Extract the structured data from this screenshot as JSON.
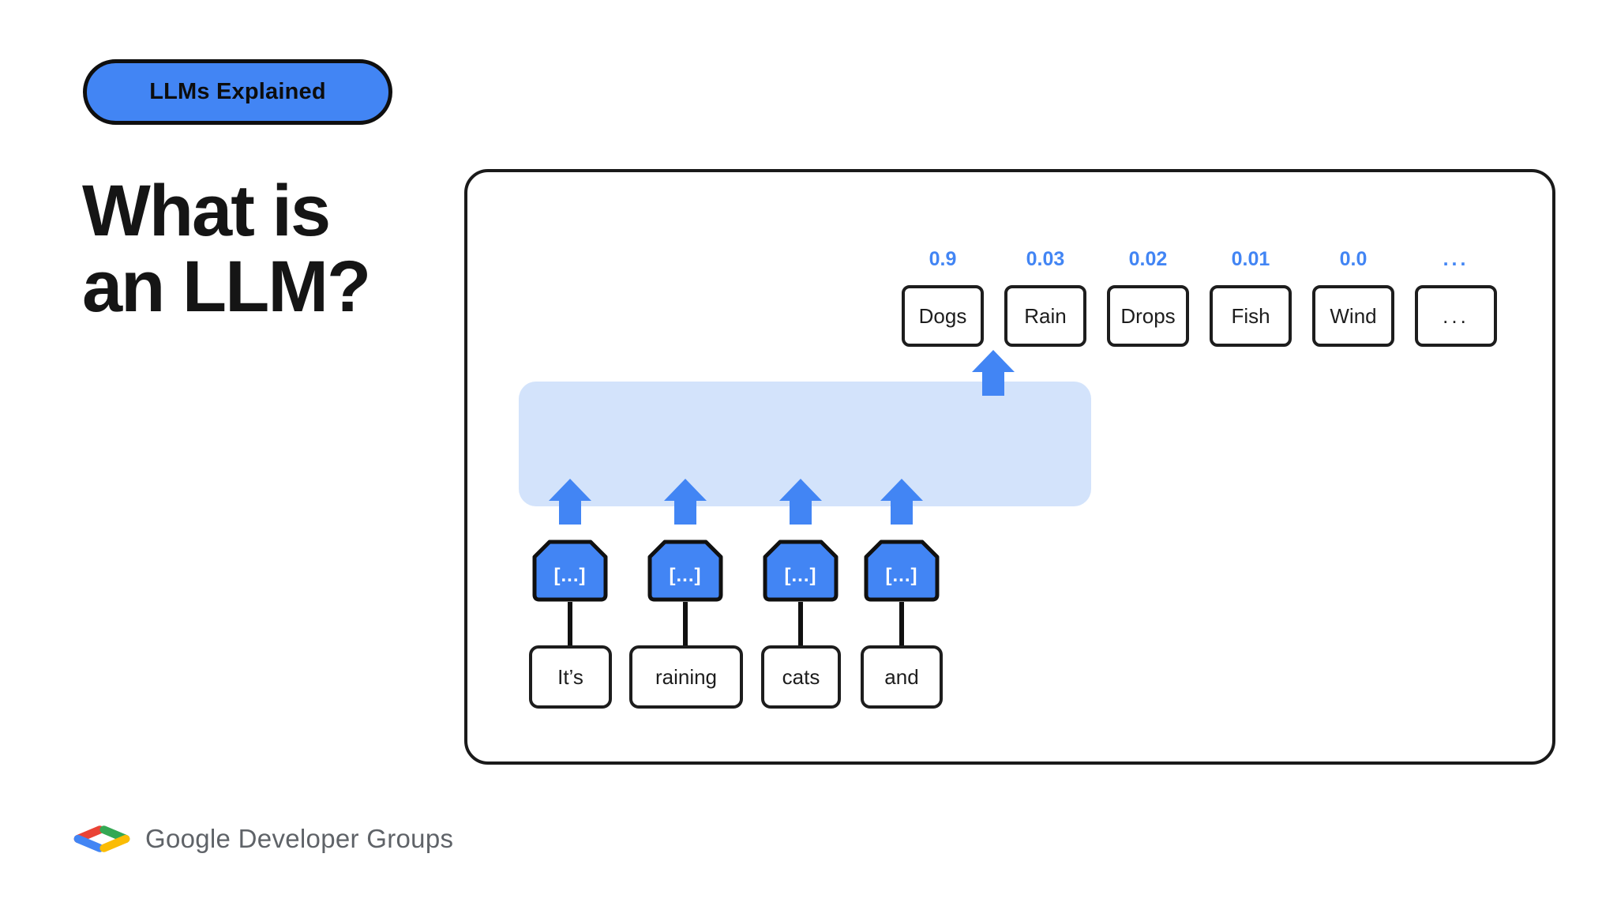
{
  "badge": {
    "label": "LLMs Explained"
  },
  "title": {
    "line1": "What is",
    "line2": "an LLM?"
  },
  "diagram": {
    "predictions": [
      {
        "prob": "0.9",
        "token": "Dogs"
      },
      {
        "prob": "0.03",
        "token": "Rain"
      },
      {
        "prob": "0.02",
        "token": "Drops"
      },
      {
        "prob": "0.01",
        "token": "Fish"
      },
      {
        "prob": "0.0",
        "token": "Wind"
      },
      {
        "prob": "...",
        "token": "..."
      }
    ],
    "inputs": [
      {
        "word": "It’s",
        "embedding": "[...]"
      },
      {
        "word": "raining",
        "embedding": "[...]"
      },
      {
        "word": "cats",
        "embedding": "[...]"
      },
      {
        "word": "and",
        "embedding": "[...]"
      }
    ]
  },
  "footer": {
    "logo_text": "Google Developer Groups"
  },
  "colors": {
    "accent_blue": "#4285F4",
    "light_blue": "#D3E3FB",
    "ink": "#151515",
    "logo_gray": "#5F6368",
    "logo_red": "#EA4335",
    "logo_green": "#34A853",
    "logo_yellow": "#FBBC04",
    "logo_blue": "#4285F4"
  }
}
